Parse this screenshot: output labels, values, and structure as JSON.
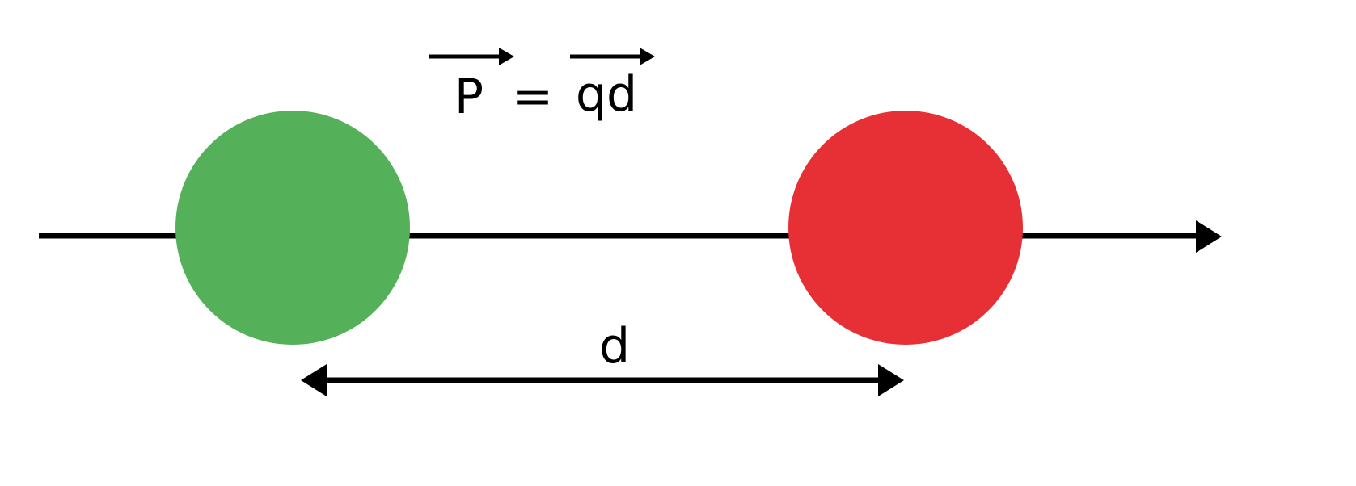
{
  "formula": {
    "lhs": "P",
    "equals": "=",
    "rhs": "qd"
  },
  "distance_label": "d",
  "colors": {
    "positive_charge": "#55b05a",
    "negative_charge": "#e63036",
    "lines": "#000000"
  }
}
